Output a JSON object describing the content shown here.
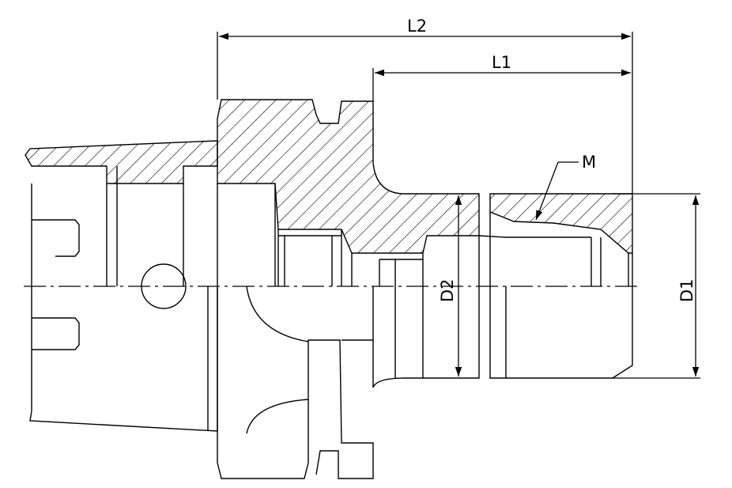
{
  "labels": {
    "l2": "L2",
    "l1": "L1",
    "m": "M",
    "d2": "D2",
    "d1": "D1"
  }
}
